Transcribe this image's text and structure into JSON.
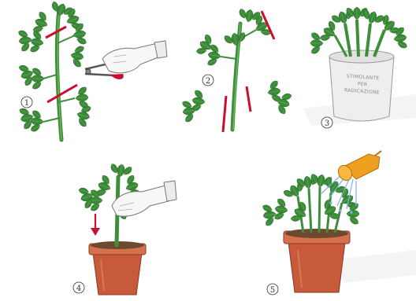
{
  "steps": [
    {
      "number": "1",
      "action": "cut stem with shears"
    },
    {
      "number": "2",
      "action": "trim cutting"
    },
    {
      "number": "3",
      "action": "soak cuttings in bucket"
    },
    {
      "number": "4",
      "action": "insert cutting into pot"
    },
    {
      "number": "5",
      "action": "water rooted cuttings"
    }
  ],
  "bucket_label": {
    "line1": "STIMOLANTE",
    "line2": "PER",
    "line3": "RADICAZIONE"
  },
  "colors": {
    "stem": "#3f8f3a",
    "leaf": "#3a8a38",
    "cut_mark": "#c8102e",
    "pot": "#c65a3a",
    "pot_rim": "#d6704f",
    "soil": "#6b4a2e",
    "bucket": "#eeeeee",
    "watering_can": "#f0a020",
    "water": "#7fb2e6"
  },
  "icons": [
    "pruning-shears-icon",
    "gloved-hand-icon",
    "watering-can-icon",
    "down-arrow-icon"
  ]
}
